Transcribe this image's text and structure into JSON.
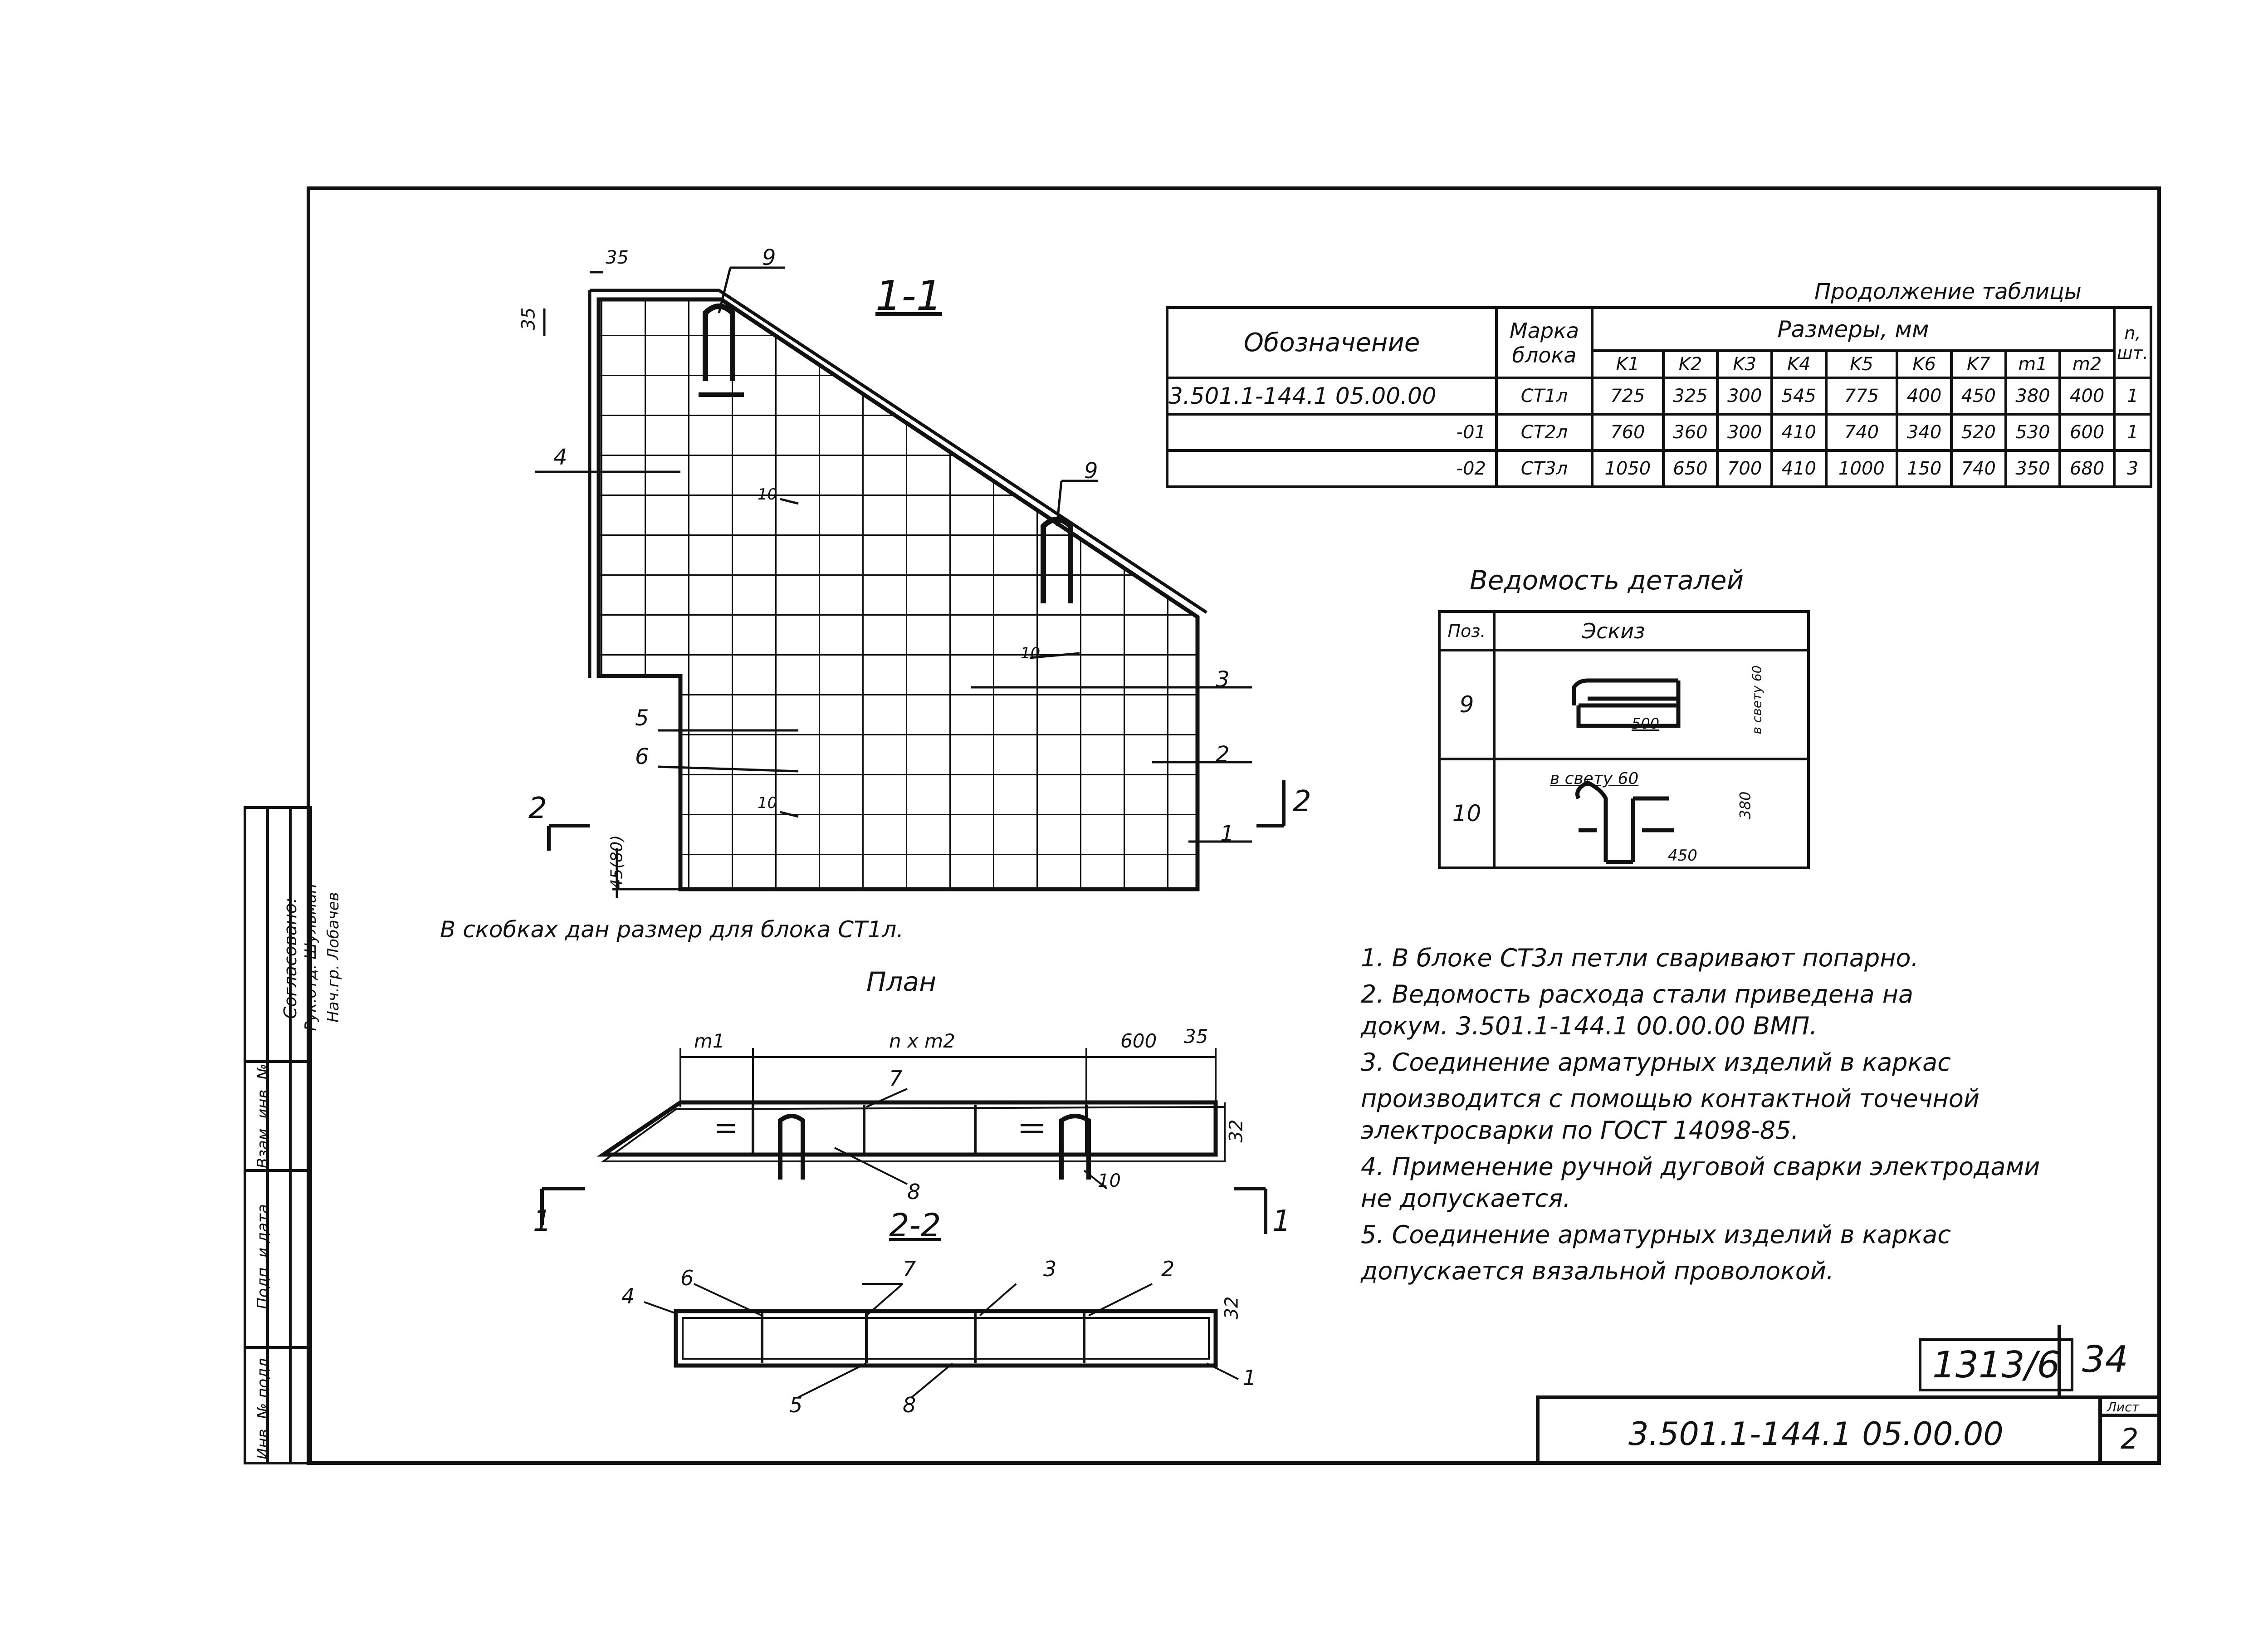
{
  "continuation_title": "Продолжение таблицы",
  "table": {
    "h_designation": "Обозначение",
    "h_mark": "Марка блока",
    "h_sizes": "Размеры, мм",
    "h_n": "n, шт.",
    "cols": [
      "K1",
      "K2",
      "K3",
      "K4",
      "K5",
      "K6",
      "K7",
      "m1",
      "m2"
    ],
    "rows": [
      {
        "designation": "3.501.1-144.1 05.00.00",
        "mark": "СТ1л",
        "values": [
          "725",
          "325",
          "300",
          "545",
          "775",
          "400",
          "450",
          "380",
          "400"
        ],
        "n": "1"
      },
      {
        "designation": "-01",
        "mark": "СТ2л",
        "values": [
          "760",
          "360",
          "300",
          "410",
          "740",
          "340",
          "520",
          "530",
          "600"
        ],
        "n": "1"
      },
      {
        "designation": "-02",
        "mark": "СТ3л",
        "values": [
          "1050",
          "650",
          "700",
          "410",
          "1000",
          "150",
          "740",
          "350",
          "680"
        ],
        "n": "3"
      }
    ]
  },
  "section_1_1": "1-1",
  "plan_title": "План",
  "section_2_2": "2-2",
  "bracket_note": "В скобках дан размер для блока СТ1л.",
  "details": {
    "title": "Ведомость деталей",
    "h_pos": "Поз.",
    "h_sketch": "Эскиз",
    "rows": [
      {
        "pos": "9",
        "label1": "500",
        "label2": "в свету 60"
      },
      {
        "pos": "10",
        "label1": "450",
        "label2": "380",
        "label3": "в свету 60"
      }
    ]
  },
  "notes": [
    "1. В блоке СТ3л петли сваривают попарно.",
    "2. Ведомость расхода стали приведена на",
    "докум. 3.501.1-144.1 00.00.00 ВМП.",
    "3. Соединение арматурных изделий в каркас",
    "производится с помощью контактной точечной",
    "электросварки по ГОСТ 14098-85.",
    "4. Применение ручной дуговой сварки электродами",
    "не допускается.",
    "5. Соединение арматурных изделий в каркас",
    "допускается вязальной проволокой."
  ],
  "dims": {
    "d35": "35",
    "d35b": "35",
    "d45": "45(80)",
    "m1": "m1",
    "nxm2": "n x m2",
    "d600": "600",
    "d35p": "35",
    "d32": "32",
    "d32b": "32"
  },
  "callouts": [
    "9",
    "9",
    "4",
    "10",
    "10",
    "3",
    "5",
    "2",
    "6",
    "10",
    "1",
    "7",
    "8",
    "10",
    "4",
    "6",
    "7",
    "3",
    "2",
    "5",
    "8",
    "1"
  ],
  "section_marks": {
    "left": "2",
    "right": "2",
    "left1": "1",
    "right1": "1"
  },
  "archive_no": "1313/6",
  "page_no": "34",
  "doc_code": "3.501.1-144.1 05.00.00",
  "sheet_label": "Лист",
  "sheet_no": "2",
  "side_stamp": {
    "agreed": "Согласовано:",
    "n1": "Рук.отд. Шульман",
    "n2": "Нач.гр. Лобачев",
    "inv_sub": "Взам. инв. №",
    "sign_date": "Подп. и дата",
    "inv_orig": "Инв. № подл."
  }
}
